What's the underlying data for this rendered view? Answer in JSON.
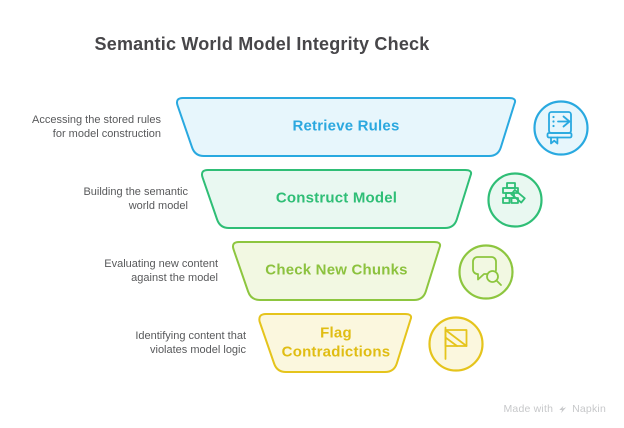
{
  "title": "Semantic World Model Integrity Check",
  "steps": [
    {
      "title": "Retrieve Rules",
      "description": "Accessing the stored rules for model construction",
      "icon": "book-rules-icon",
      "text_color": "#2ba8df",
      "border_color": "#29a9e0",
      "fill_color": "#e7f6fc"
    },
    {
      "title": "Construct Model",
      "description": "Building the semantic world model",
      "icon": "building-blocks-icon",
      "text_color": "#2fbe76",
      "border_color": "#2fbe76",
      "fill_color": "#e9f8f1"
    },
    {
      "title": "Check New Chunks",
      "description": "Evaluating new content against the model",
      "icon": "chat-search-icon",
      "text_color": "#8cc23e",
      "border_color": "#8dc63f",
      "fill_color": "#f2f8e2"
    },
    {
      "title": "Flag Contradictions",
      "description": "Identifying content that violates model logic",
      "icon": "flag-icon",
      "text_color": "#e0bd13",
      "border_color": "#e5c41c",
      "fill_color": "#fbf7de"
    }
  ],
  "footer": {
    "made_with": "Made with",
    "brand": "Napkin"
  }
}
